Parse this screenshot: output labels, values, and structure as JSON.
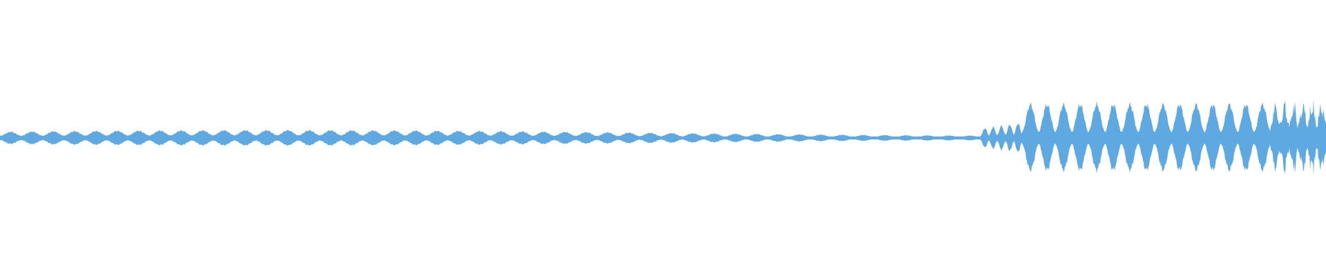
{
  "waveform": {
    "color": "#5ea9e2",
    "background": "#ffffff",
    "segments": [
      {
        "pattern": "low_pulses",
        "amplitude": 0.055,
        "pulses": 46
      },
      {
        "pattern": "transition",
        "amplitude": 0.11,
        "pulses": 5
      },
      {
        "pattern": "high_pulses",
        "amplitude": 0.24,
        "pulses": 15
      },
      {
        "pattern": "noisy_peak",
        "amplitude": 0.3,
        "pulses": 6
      }
    ]
  }
}
